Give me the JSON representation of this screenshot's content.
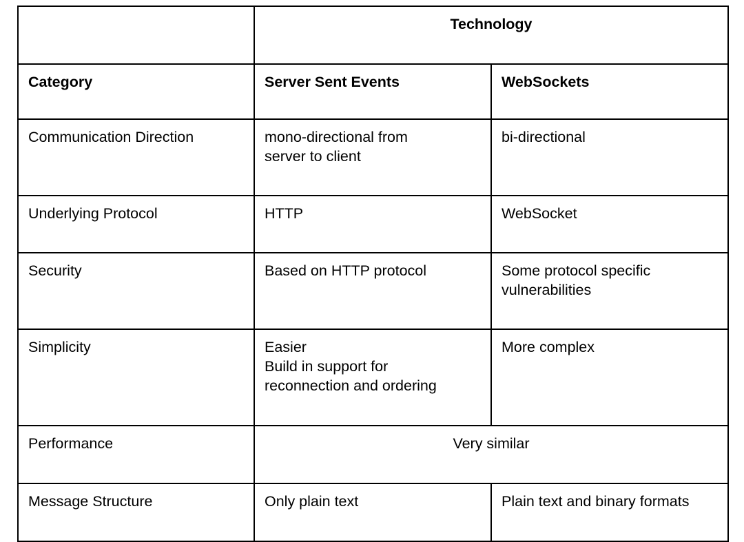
{
  "table": {
    "group_header": "Technology",
    "columns": [
      {
        "key": "category",
        "label": "Category"
      },
      {
        "key": "sse",
        "label": "Server Sent Events"
      },
      {
        "key": "websockets",
        "label": "WebSockets"
      }
    ],
    "rows": [
      {
        "category": "Communication Direction",
        "sse_lines": [
          "mono-directional from",
          "server to client"
        ],
        "websockets_lines": [
          "bi-directional"
        ],
        "merged": false
      },
      {
        "category": "Underlying Protocol",
        "sse_lines": [
          "HTTP"
        ],
        "websockets_lines": [
          "WebSocket"
        ],
        "merged": false
      },
      {
        "category": "Security",
        "sse_lines": [
          "Based on HTTP protocol"
        ],
        "websockets_lines": [
          "Some protocol specific",
          "vulnerabilities"
        ],
        "merged": false
      },
      {
        "category": "Simplicity",
        "sse_lines": [
          "Easier",
          "Build in support for",
          "reconnection and ordering"
        ],
        "websockets_lines": [
          "More complex"
        ],
        "merged": false
      },
      {
        "category": "Performance",
        "merged": true,
        "merged_value": "Very similar"
      },
      {
        "category": "Message Structure",
        "sse_lines": [
          "Only plain text"
        ],
        "websockets_lines": [
          "Plain text and binary formats"
        ],
        "merged": false
      }
    ]
  },
  "style": {
    "border_color": "#000000",
    "background_color": "#ffffff",
    "text_color": "#000000"
  }
}
